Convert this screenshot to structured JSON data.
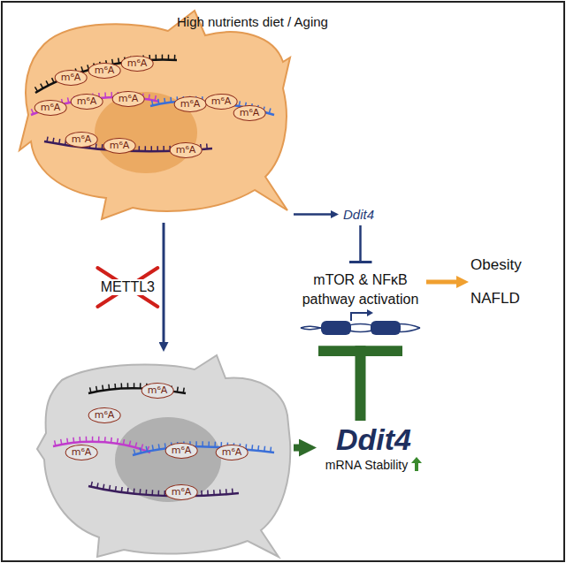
{
  "diagram": {
    "nodes": [
      {
        "text": [
          "High nutrients diet / Aging"
        ]
      },
      {
        "text": [
          "m⁶A"
        ],
        "in": 0
      },
      {
        "text": [
          "m⁶A"
        ],
        "in": 0
      },
      {
        "text": [
          "m⁶A"
        ],
        "in": 0
      },
      {
        "text": [
          "m⁶A"
        ],
        "in": 0
      },
      {
        "text": [
          "m⁶A"
        ],
        "in": 0
      },
      {
        "text": [
          "m⁶A"
        ],
        "in": 0
      },
      {
        "text": [
          "m⁶A"
        ],
        "in": 0
      },
      {
        "text": [
          "m⁶A"
        ],
        "in": 0
      },
      {
        "text": [
          "m⁶A"
        ],
        "in": 0
      },
      {
        "text": [
          "m⁶A"
        ],
        "in": 0
      },
      {
        "text": [
          "m⁶A"
        ],
        "in": 0
      },
      {
        "text": [
          "m⁶A"
        ],
        "in": 0
      },
      {
        "text": [
          "Ddit4"
        ]
      },
      {
        "text": [
          "mTOR & NFκB pathway activation"
        ]
      },
      {
        "text": [
          "Obesity",
          "NAFLD"
        ]
      },
      {
        "text": []
      },
      {
        "text": [
          "m⁶A"
        ],
        "in": 16
      },
      {
        "text": [
          "m⁶A"
        ],
        "in": 16
      },
      {
        "text": [
          "m⁶A"
        ],
        "in": 16
      },
      {
        "text": [
          "m⁶A"
        ],
        "in": 16
      },
      {
        "text": [
          "m⁶A"
        ],
        "in": 16
      },
      {
        "text": [
          "m⁶A"
        ],
        "in": 16
      },
      {
        "text": [
          "Ddit4",
          "mRNA Stability"
        ]
      }
    ],
    "edges": [
      {
        "from": 0,
        "to": 13,
        "arrow": "to"
      },
      {
        "from": 0,
        "to": 16,
        "label": "METTL3",
        "arrow": "to"
      },
      {
        "from": 13,
        "to": 14,
        "arrow": "to"
      },
      {
        "from": 14,
        "to": 15,
        "arrow": "to"
      },
      {
        "from": 16,
        "to": 23,
        "arrow": "to"
      },
      {
        "from": 23,
        "to": 14,
        "arrow": "to"
      }
    ]
  }
}
